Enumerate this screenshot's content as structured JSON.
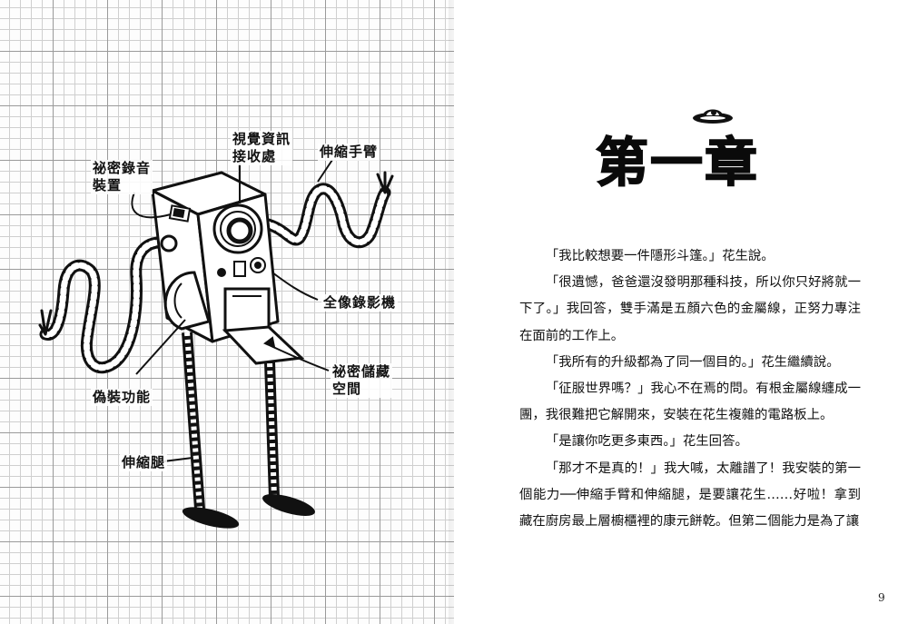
{
  "left_page": {
    "illustration": "robot-diagram",
    "callouts": {
      "secret_recorder": "祕密錄音\n裝置",
      "visual_receiver": "視覺資訊\n接收處",
      "extend_arm": "伸縮手臂",
      "hologram_camera": "全像錄影機",
      "secret_storage": "祕密儲藏\n空間",
      "disguise": "偽裝功能",
      "extend_leg": "伸縮腿"
    }
  },
  "right_page": {
    "chapter_title": "第一章",
    "title_icon": "ufo-icon",
    "paragraphs": [
      "「我比較想要一件隱形斗篷。」花生說。",
      "「很遺憾，爸爸還沒發明那種科技，所以你只好將就一下了。」我回答，雙手滿是五顏六色的金屬線，正努力專注在面前的工作上。",
      "「我所有的升級都為了同一個目的。」花生繼續說。",
      "「征服世界嗎？」我心不在焉的問。有根金屬線纏成一團，我很難把它解開來，安裝在花生複雜的電路板上。",
      "「是讓你吃更多東西。」花生回答。",
      "「那才不是真的！」我大喊，太離譜了！我安裝的第一個能力──伸縮手臂和伸縮腿，是要讓花生……好啦！拿到藏在廚房最上層櫥櫃裡的康元餅乾。但第二個能力是為了讓"
    ],
    "page_number": "9"
  }
}
